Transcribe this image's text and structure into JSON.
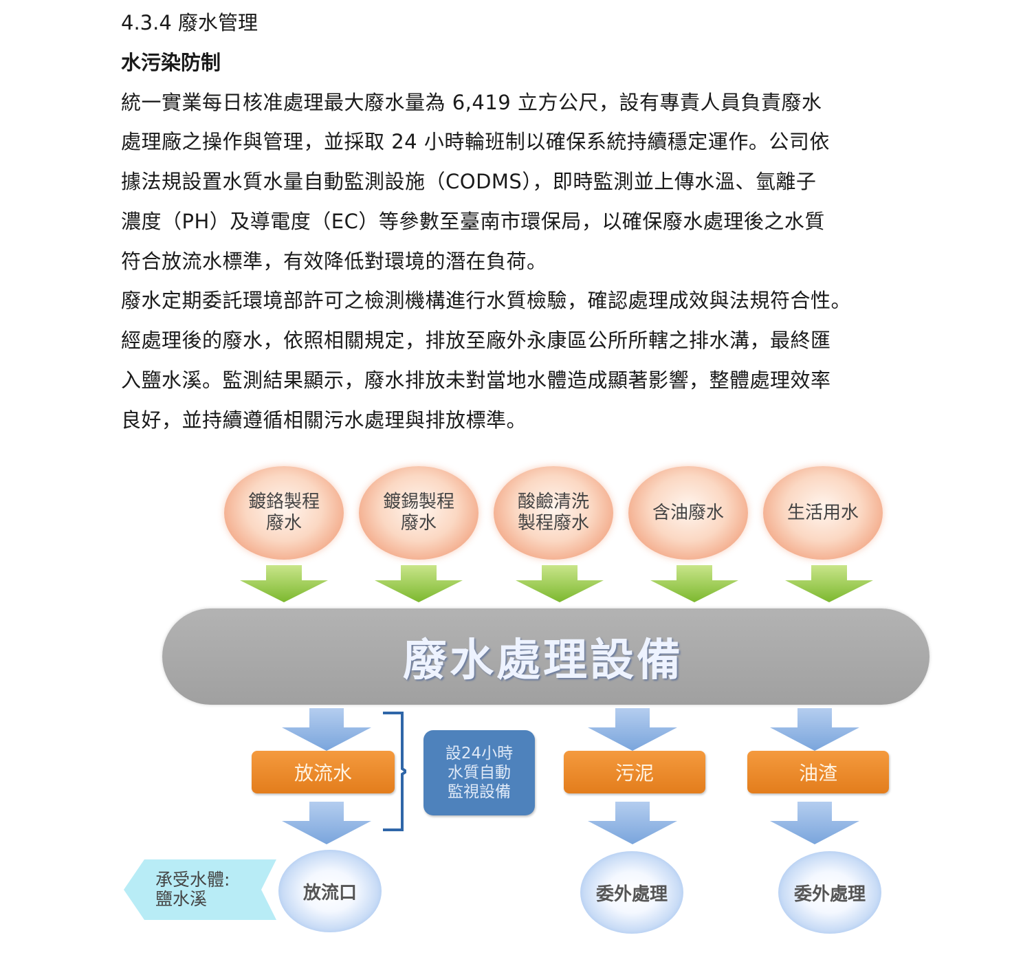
{
  "heading": "4.3.4 廢水管理",
  "subheading": "水污染防制",
  "paragraph_lines": [
    "統一實業每日核准處理最大廢水量為 6,419 立方公尺，設有專責人員負責廢水",
    "處理廠之操作與管理，並採取 24 小時輪班制以確保系統持續穩定運作。公司依",
    "據法規設置水質水量自動監測設施（CODMS），即時監測並上傳水溫、氫離子",
    "濃度（PH）及導電度（EC）等參數至臺南市環保局，以確保廢水處理後之水質",
    "符合放流水標準，有效降低對環境的潛在負荷。",
    "廢水定期委託環境部許可之檢測機構進行水質檢驗，確認處理成效與法規符合性。",
    "經處理後的廢水，依照相關規定，排放至廠外永康區公所所轄之排水溝，最終匯",
    "入鹽水溪。監測結果顯示，廢水排放未對當地水體造成顯著影響，整體處理效率",
    "良好，並持續遵循相關污水處理與排放標準。"
  ],
  "diagram": {
    "sources": [
      {
        "line1": "鍍鉻製程",
        "line2": "廢水"
      },
      {
        "line1": "鍍錫製程",
        "line2": "廢水"
      },
      {
        "line1": "酸鹼清洗",
        "line2": "製程廢水"
      },
      {
        "line1": "含油廢水",
        "line2": ""
      },
      {
        "line1": "生活用水",
        "line2": ""
      }
    ],
    "main_process": "廢水處理設備",
    "outputs": {
      "effluent": "放流水",
      "sludge": "污泥",
      "oil": "油渣"
    },
    "monitor": {
      "line1": "設24小時",
      "line2": "水質自動",
      "line3": "監視設備"
    },
    "destinations": {
      "outlet": "放流口",
      "outsource_1": "委外處理",
      "outsource_2": "委外處理"
    },
    "receiver": {
      "line1": "承受水體:",
      "line2": "鹽水溪"
    },
    "colors": {
      "source_fill": "#f2a583",
      "green_arrow": "#8dc63f",
      "main_bar": "#a8a8a8",
      "blue_arrow": "#8fb4e3",
      "orange_box": "#eb8a2a",
      "monitor_box": "#4e82bc",
      "receiver": "#b8ecf6"
    }
  }
}
